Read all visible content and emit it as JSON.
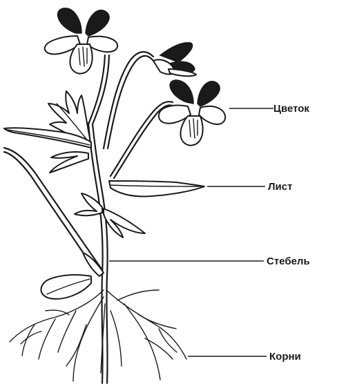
{
  "labels": {
    "flower": "Цветок",
    "leaf": "Лист",
    "stem": "Стебель",
    "roots": "Корни"
  }
}
